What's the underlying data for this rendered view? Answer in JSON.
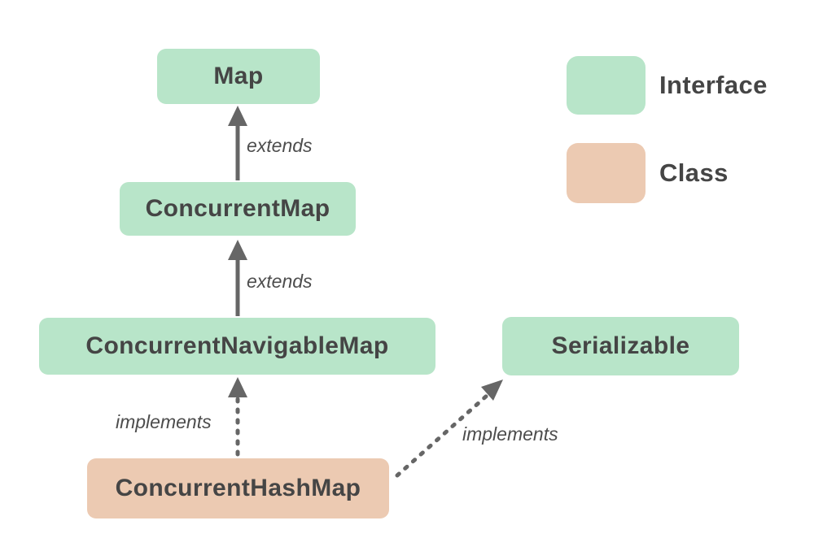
{
  "diagram": {
    "nodes": {
      "map": {
        "label": "Map",
        "type": "interface"
      },
      "concurrent_map": {
        "label": "ConcurrentMap",
        "type": "interface"
      },
      "concurrent_navigable_map": {
        "label": "ConcurrentNavigableMap",
        "type": "interface"
      },
      "serializable": {
        "label": "Serializable",
        "type": "interface"
      },
      "concurrent_hash_map": {
        "label": "ConcurrentHashMap",
        "type": "class"
      }
    },
    "edges": {
      "extends_1": {
        "label": "extends",
        "from": "ConcurrentMap",
        "to": "Map",
        "style": "solid"
      },
      "extends_2": {
        "label": "extends",
        "from": "ConcurrentNavigableMap",
        "to": "ConcurrentMap",
        "style": "solid"
      },
      "implements_1": {
        "label": "implements",
        "from": "ConcurrentHashMap",
        "to": "ConcurrentNavigableMap",
        "style": "dashed"
      },
      "implements_2": {
        "label": "implements",
        "from": "ConcurrentHashMap",
        "to": "Serializable",
        "style": "dashed"
      }
    }
  },
  "legend": {
    "interface": {
      "label": "Interface",
      "color": "#b8e5c9"
    },
    "class": {
      "label": "Class",
      "color": "#eccab2"
    }
  },
  "colors": {
    "interface_fill": "#b8e5c9",
    "class_fill": "#eccab2",
    "node_text": "#454545",
    "edge": "#666666",
    "edge_label": "#4d4d4d",
    "background": "#ffffff"
  }
}
